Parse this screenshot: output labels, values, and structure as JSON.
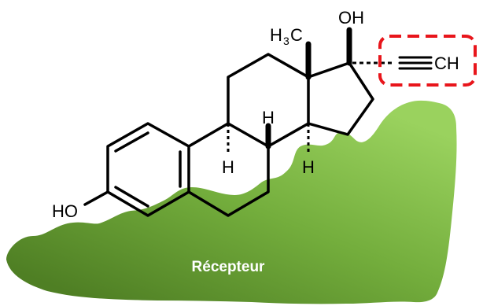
{
  "receptor": {
    "label": "Récepteur"
  },
  "molecule": {
    "atom_oh_top": "OH",
    "atom_methyl_h": "H",
    "atom_methyl_sub": "3",
    "atom_methyl_c": "C",
    "atom_ethynyl": "CH",
    "atom_ho": "HO",
    "atom_h_c9": "H",
    "atom_h_c8": "H",
    "atom_h_c14": "H"
  },
  "colors": {
    "receptor_light": "#8cc652",
    "receptor_dark": "#5b8f2e",
    "highlight_box": "#e8151b",
    "bond": "#000000"
  }
}
